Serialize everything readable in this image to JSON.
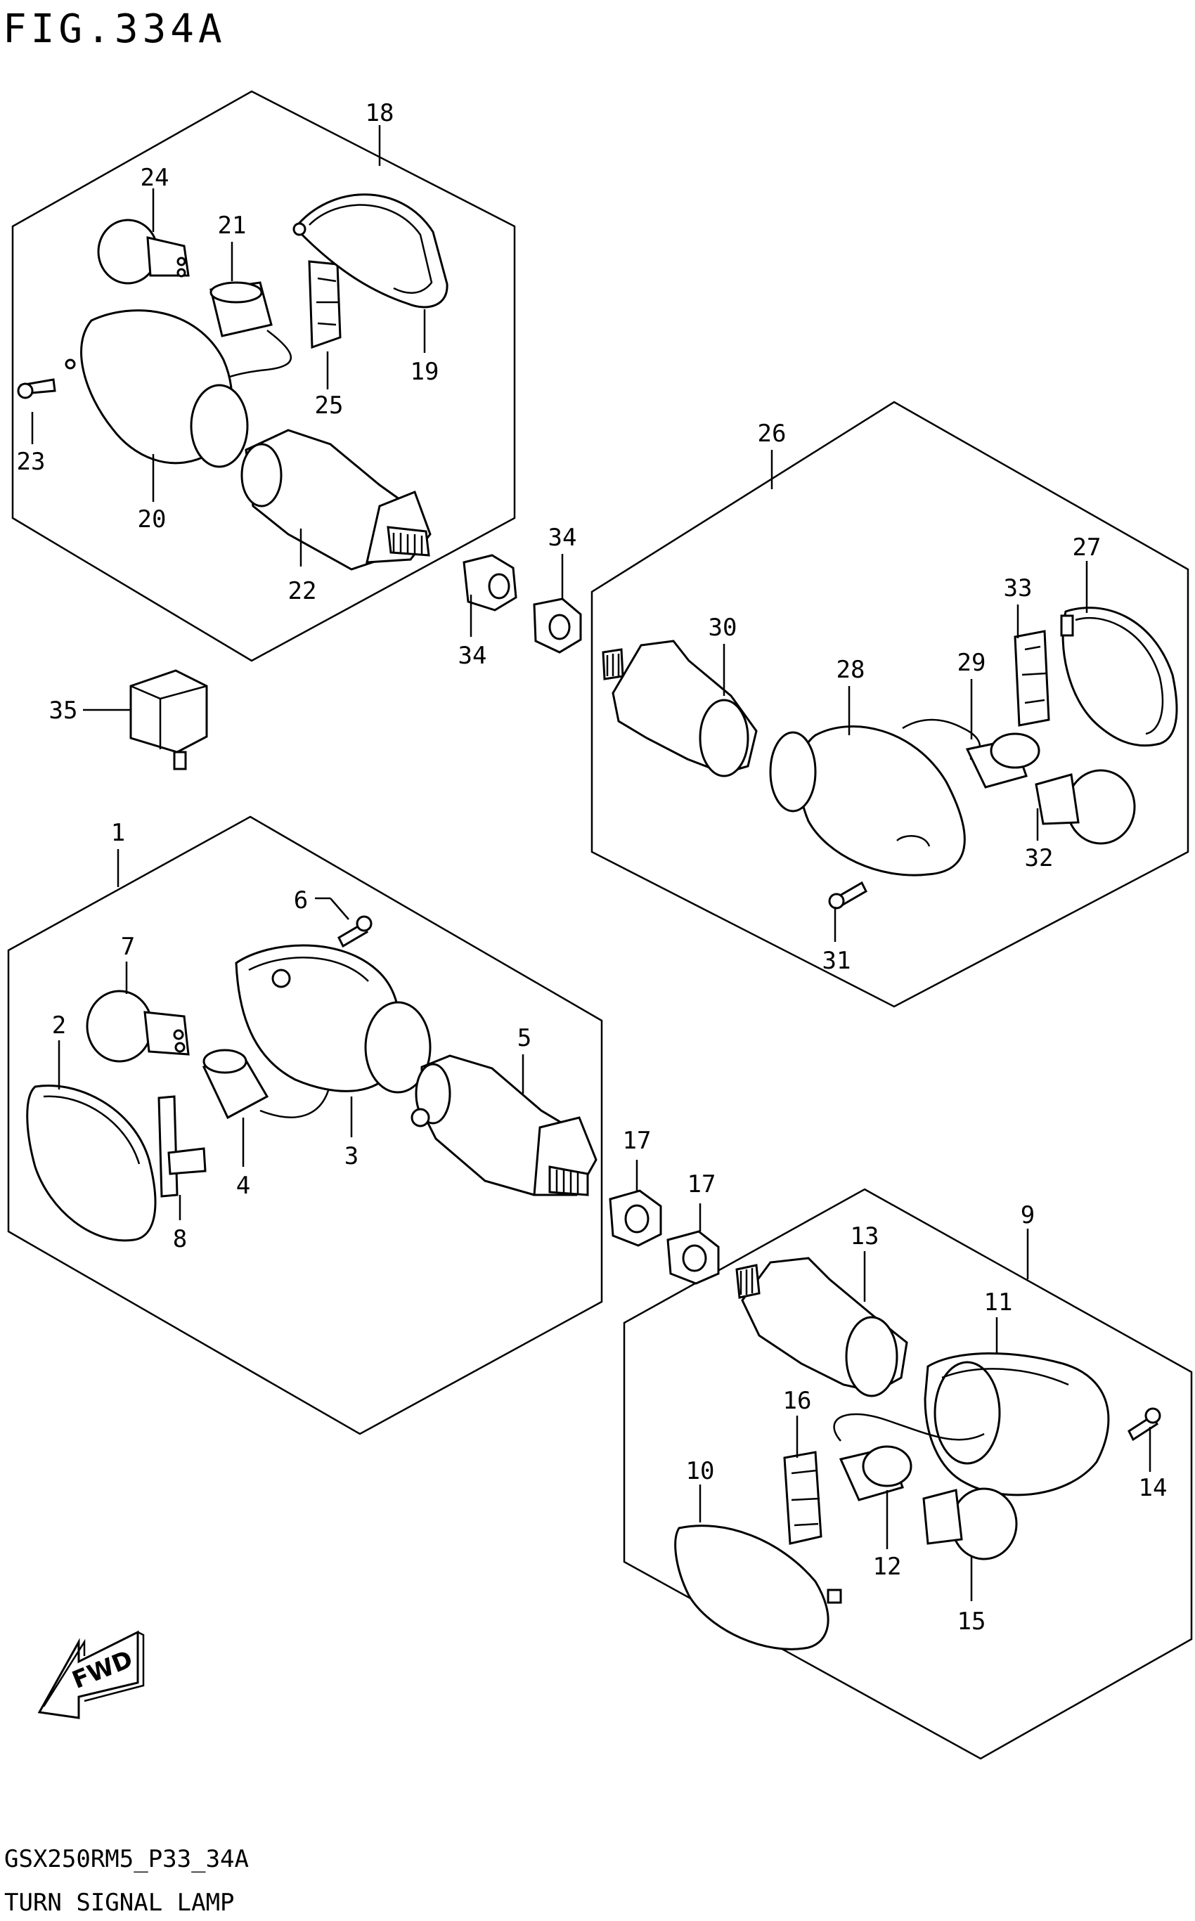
{
  "figure": {
    "title": "FIG.334A",
    "model_code": "GSX250RM5_P33_34A",
    "caption": "TURN SIGNAL LAMP",
    "fwd_label": "FWD"
  },
  "part_labels": [
    "1",
    "2",
    "3",
    "4",
    "5",
    "6",
    "7",
    "8",
    "9",
    "10",
    "11",
    "12",
    "13",
    "14",
    "15",
    "16",
    "17",
    "17",
    "18",
    "19",
    "20",
    "21",
    "22",
    "23",
    "24",
    "25",
    "26",
    "27",
    "28",
    "29",
    "30",
    "31",
    "32",
    "33",
    "34",
    "34",
    "35"
  ]
}
